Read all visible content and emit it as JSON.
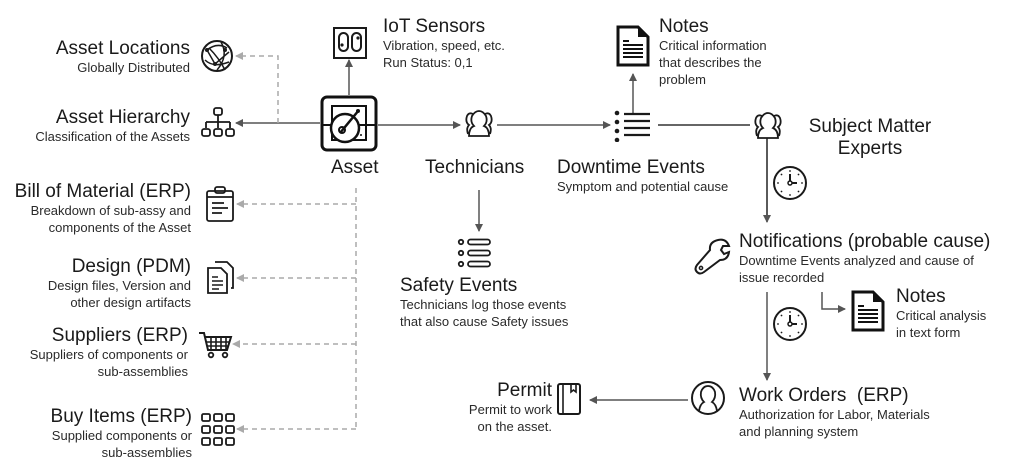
{
  "nodes": {
    "asset_locations": {
      "title": "Asset Locations",
      "sub": [
        "Globally Distributed"
      ],
      "icon": "globe-network-icon"
    },
    "asset_hierarchy": {
      "title": "Asset Hierarchy",
      "sub": [
        "Classification of the Assets"
      ],
      "icon": "org-chart-icon"
    },
    "bill_of_material": {
      "title": "Bill of Material (ERP)",
      "sub": [
        "Breakdown of sub-assy and",
        "components of the Asset"
      ],
      "icon": "clipboard-icon"
    },
    "design": {
      "title": "Design (PDM)",
      "sub": [
        "Design files, Version and",
        "other design artifacts"
      ],
      "icon": "documents-icon"
    },
    "suppliers": {
      "title": "Suppliers (ERP)",
      "sub": [
        "Suppliers of components or",
        "sub-assemblies"
      ],
      "icon": "shopping-cart-icon"
    },
    "buy_items": {
      "title": "Buy Items (ERP)",
      "sub": [
        "Supplied components or",
        "sub-assemblies"
      ],
      "icon": "grid-icon"
    },
    "iot_sensors": {
      "title": "IoT Sensors",
      "sub": [
        "Vibration, speed, etc.",
        "Run Status: 0,1"
      ],
      "icon": "sensor-icon"
    },
    "asset": {
      "title": "Asset",
      "icon": "machine-icon"
    },
    "technicians": {
      "title": "Technicians",
      "icon": "people-icon"
    },
    "safety_events": {
      "title": "Safety Events",
      "sub": [
        "Technicians log those events",
        "that also cause Safety issues"
      ],
      "icon": "list-icon"
    },
    "downtime_events": {
      "title": "Downtime Events",
      "sub": [
        "Symptom and potential cause"
      ],
      "icon": "bullet-list-icon"
    },
    "notes_top": {
      "title": "Notes",
      "sub": [
        "Critical information",
        "that describes the",
        "problem"
      ],
      "icon": "document-icon"
    },
    "sme": {
      "title": [
        "Subject Matter",
        "Experts"
      ],
      "icon": "people-icon"
    },
    "notifications": {
      "title": "Notifications (probable cause)",
      "sub": [
        "Downtime Events analyzed and cause of",
        "issue recorded"
      ],
      "icon": "wrench-icon"
    },
    "notes_bottom": {
      "title": "Notes",
      "sub": [
        "Critical analysis",
        "in text form"
      ],
      "icon": "document-icon"
    },
    "work_orders": {
      "title": "Work Orders  (ERP)",
      "sub": [
        "Authorization for Labor, Materials",
        "and planning system"
      ],
      "icon": "user-circle-icon"
    },
    "permit": {
      "title": "Permit",
      "sub": [
        "Permit to work",
        "on the asset."
      ],
      "icon": "book-icon"
    }
  },
  "colors": {
    "solid_line": "#555555",
    "dashed_line": "#a8a8a8",
    "icon": "#1a1a1a"
  }
}
